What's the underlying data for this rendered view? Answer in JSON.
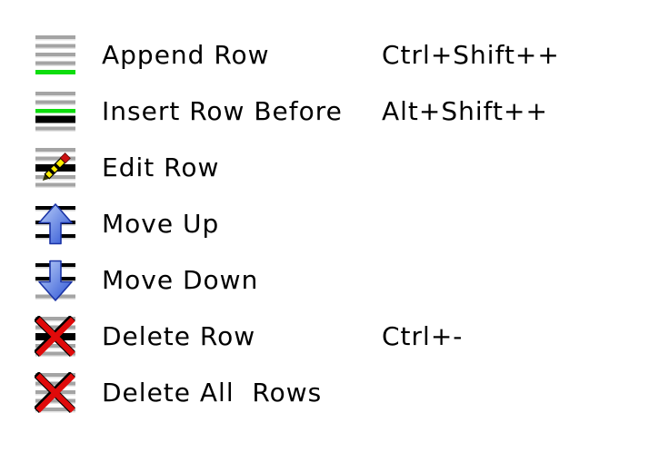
{
  "menu": {
    "items": [
      {
        "label": "Append Row",
        "shortcut": "Ctrl+Shift++",
        "icon": "append-row-icon"
      },
      {
        "label": "Insert Row Before",
        "shortcut": "Alt+Shift++",
        "icon": "insert-row-before-icon"
      },
      {
        "label": "Edit Row",
        "shortcut": "",
        "icon": "edit-row-icon"
      },
      {
        "label": "Move Up",
        "shortcut": "",
        "icon": "move-up-icon"
      },
      {
        "label": "Move Down",
        "shortcut": "",
        "icon": "move-down-icon"
      },
      {
        "label": "Delete Row",
        "shortcut": "Ctrl+-",
        "icon": "delete-row-icon"
      },
      {
        "label": "Delete All  Rows",
        "shortcut": "",
        "icon": "delete-all-rows-icon"
      }
    ],
    "colors": {
      "background": "#ffffff",
      "text": "#000000",
      "row_line_gray": "#a4a4a4",
      "row_line_gray_edge": "#e3e3e3",
      "row_line_green": "#0ddd0d",
      "row_line_black": "#000000",
      "arrow_blue_light": "#bcd0f8",
      "arrow_blue_dark": "#2c53d4",
      "arrow_outline": "#1a33a6",
      "delete_x_red": "#e00a0a",
      "pencil_yellow": "#ffee00",
      "pencil_tip_red": "#cc1111"
    }
  }
}
